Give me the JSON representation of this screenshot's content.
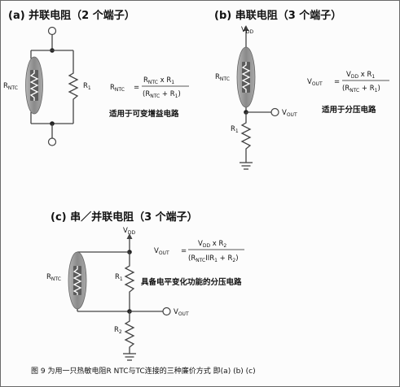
{
  "panel_a": {
    "title": "(a)  并联电阻（2 个端子）",
    "rntc": "R",
    "rntc_sub": "NTC",
    "r1": "R",
    "r1_sub": "1",
    "formula_lhs": "R",
    "formula_lhs_sub": "NTC",
    "formula_eq": "=",
    "formula_num": "R",
    "formula_num_sub": "NTC",
    "formula_num_tail": " x R",
    "formula_num_tail_sub": "1",
    "formula_den_open": "(R",
    "formula_den_sub": "NTC",
    "formula_den_tail": " + R",
    "formula_den_tail_sub": "1",
    "formula_den_close": ")",
    "desc": "适用于可变增益电路"
  },
  "panel_b": {
    "title": "(b)  串联电阻（3 个端子）",
    "vdd": "V",
    "vdd_sub": "DD",
    "rntc": "R",
    "rntc_sub": "NTC",
    "vout": "V",
    "vout_sub": "OUT",
    "r1": "R",
    "r1_sub": "1",
    "formula_lhs": "V",
    "formula_lhs_sub": "OUT",
    "formula_eq": "=",
    "formula_num": "V",
    "formula_num_sub": "DD",
    "formula_num_tail": " x R",
    "formula_num_tail_sub": "1",
    "formula_den_open": "(R",
    "formula_den_sub": "NTC",
    "formula_den_tail": " + R",
    "formula_den_tail_sub": "1",
    "formula_den_close": ")",
    "desc": "适用于分压电路"
  },
  "panel_c": {
    "title": "(c)  串／并联电阻（3 个端子）",
    "vdd": "V",
    "vdd_sub": "DD",
    "rntc": "R",
    "rntc_sub": "NTC",
    "r1": "R",
    "r1_sub": "1",
    "r2": "R",
    "r2_sub": "2",
    "vout": "V",
    "vout_sub": "OUT",
    "formula_lhs": "V",
    "formula_lhs_sub": "OUT",
    "formula_eq": "=",
    "formula_num": "V",
    "formula_num_sub": "DD",
    "formula_num_tail": " x R",
    "formula_num_tail_sub": "2",
    "formula_den_open": "(R",
    "formula_den_sub": "NTC",
    "formula_den_tail": "IIR",
    "formula_den_tail_sub": "1",
    "formula_den_tail2": " + R",
    "formula_den_tail2_sub": "2",
    "formula_den_close": ")",
    "desc": "具备电平变化功能的分压电路"
  },
  "caption": "图 9    为用一只热敏电阻R NTC与TC连接的三种廉价方式  即(a) (b) (c)",
  "colors": {
    "thermistor_body": "#9a9a9a",
    "thermistor_inner": "#5c5c5c",
    "wire": "#444444",
    "node": "#222222"
  }
}
